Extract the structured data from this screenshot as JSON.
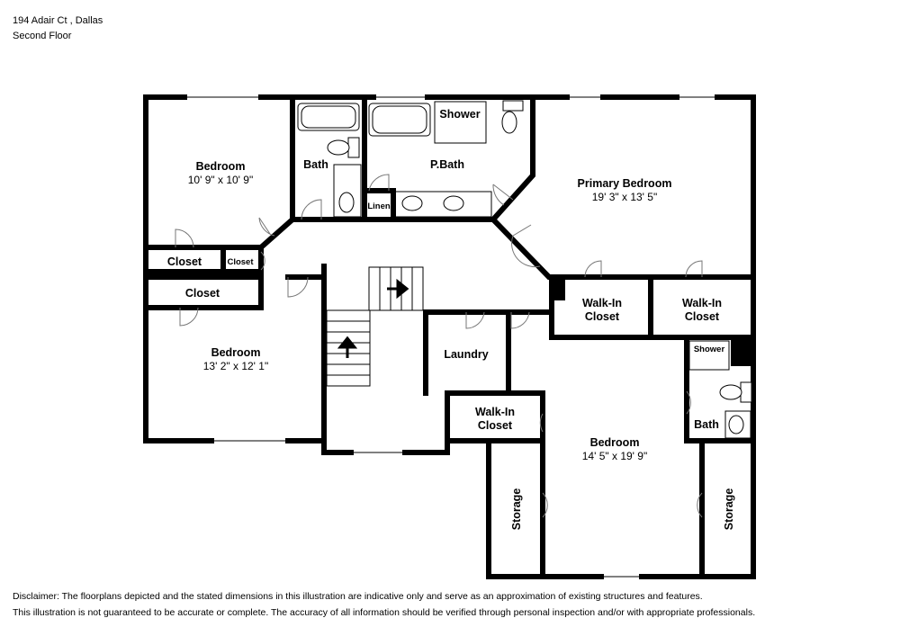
{
  "header": {
    "address": "194 Adair Ct , Dallas",
    "floor": "Second Floor"
  },
  "rooms": {
    "bedroom_nw": {
      "name": "Bedroom",
      "dims": "10' 9\" x 10' 9\""
    },
    "bath": {
      "name": "Bath"
    },
    "pbath": {
      "name": "P.Bath"
    },
    "shower_p": {
      "name": "Shower"
    },
    "linen": {
      "name": "Linen"
    },
    "primary_bedroom": {
      "name": "Primary Bedroom",
      "dims": "19' 3\" x 13' 5\""
    },
    "closet_a": {
      "name": "Closet"
    },
    "closet_b": {
      "name": "Closet"
    },
    "closet_c": {
      "name": "Closet"
    },
    "bedroom_w": {
      "name": "Bedroom",
      "dims": "13' 2\" x 12' 1\""
    },
    "walkin_1": {
      "line1": "Walk-In",
      "line2": "Closet"
    },
    "walkin_2": {
      "line1": "Walk-In",
      "line2": "Closet"
    },
    "laundry": {
      "name": "Laundry"
    },
    "shower_se": {
      "name": "Shower"
    },
    "bath_se": {
      "name": "Bath"
    },
    "walkin_3": {
      "line1": "Walk-In",
      "line2": "Closet"
    },
    "bedroom_se": {
      "name": "Bedroom",
      "dims": "14' 5\" x 19' 9\""
    },
    "storage_1": {
      "name": "Storage"
    },
    "storage_2": {
      "name": "Storage"
    }
  },
  "icons": {
    "stair_arrow": "arrow-icon",
    "toilet": "toilet-icon",
    "tub": "bathtub-icon",
    "sink": "sink-icon",
    "door": "door-swing-icon"
  },
  "colors": {
    "wall": "#000000",
    "background": "#ffffff"
  },
  "disclaimer": {
    "line1": "Disclaimer: The floorplans depicted and the stated dimensions in this illustration are indicative only and serve as an approximation of existing structures and features.",
    "line2": "This illustration is not guaranteed to be accurate or complete. The accuracy of all information should be verified through personal inspection and/or with appropriate professionals."
  }
}
